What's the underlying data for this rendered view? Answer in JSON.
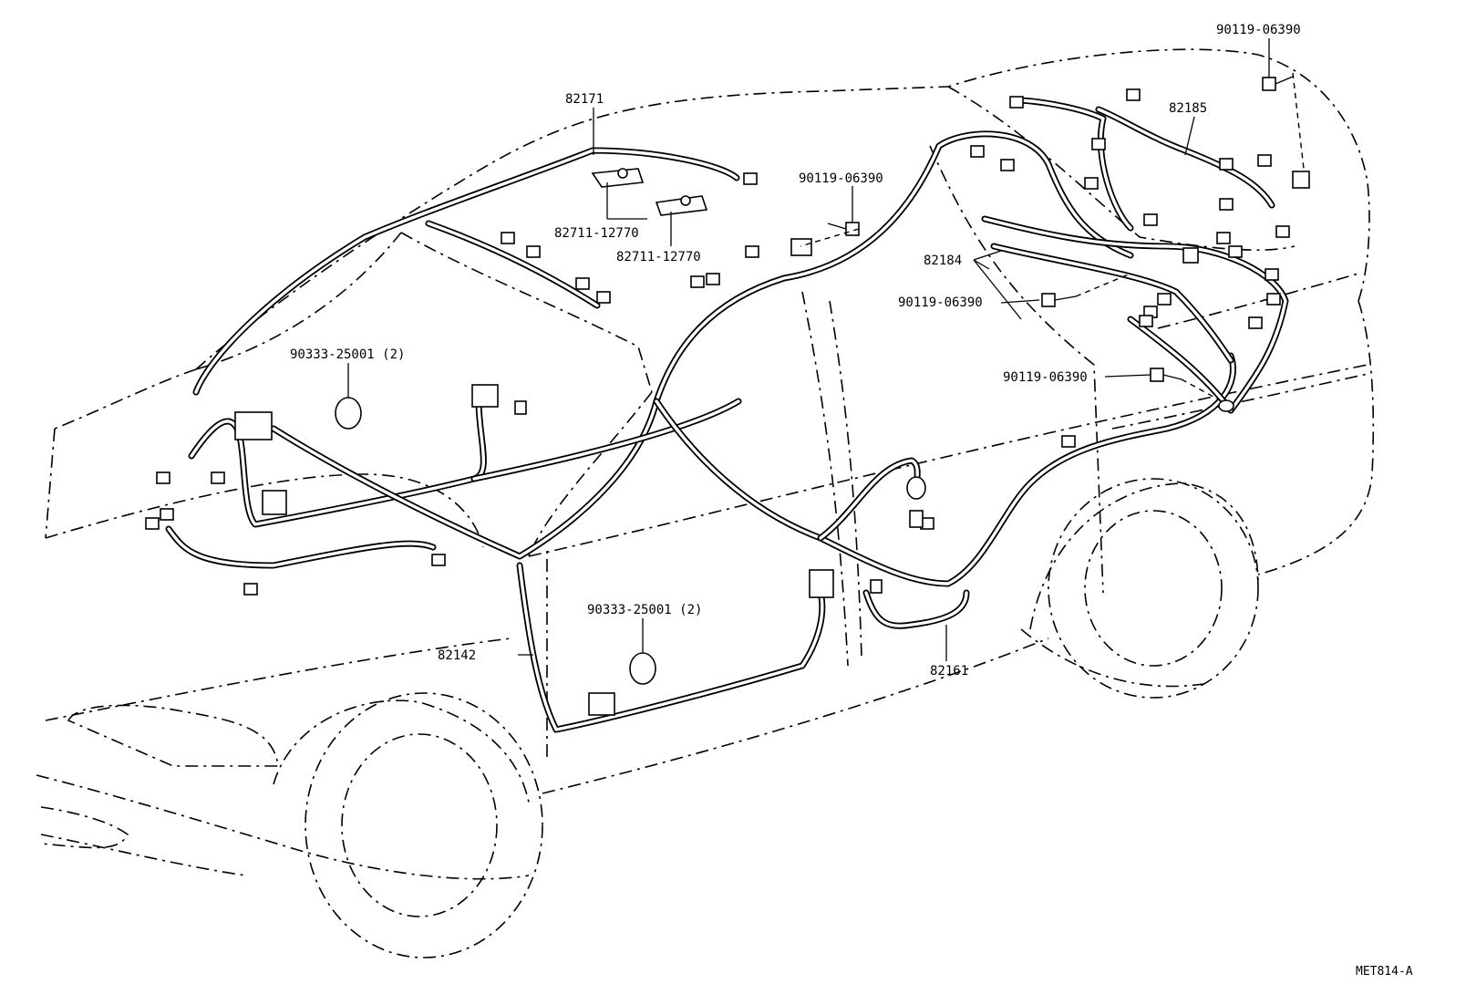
{
  "labels": {
    "bolt_rear_top": "90119-06390",
    "harness_roof": "82171",
    "harness_trunk": "82185",
    "bolt_mid": "90119-06390",
    "clamp_upper": "82711-12770",
    "clamp_lower": "82711-12770",
    "harness_rear_floor": "82184",
    "bolt_rear_floor": "90119-06390",
    "bolt_rear_side": "90119-06390",
    "grommet_front": "90333-25001 (2)",
    "grommet_door": "90333-25001 (2)",
    "harness_front_door": "82142",
    "harness_rear_door": "82161"
  },
  "diagram_code": "MET814-A"
}
